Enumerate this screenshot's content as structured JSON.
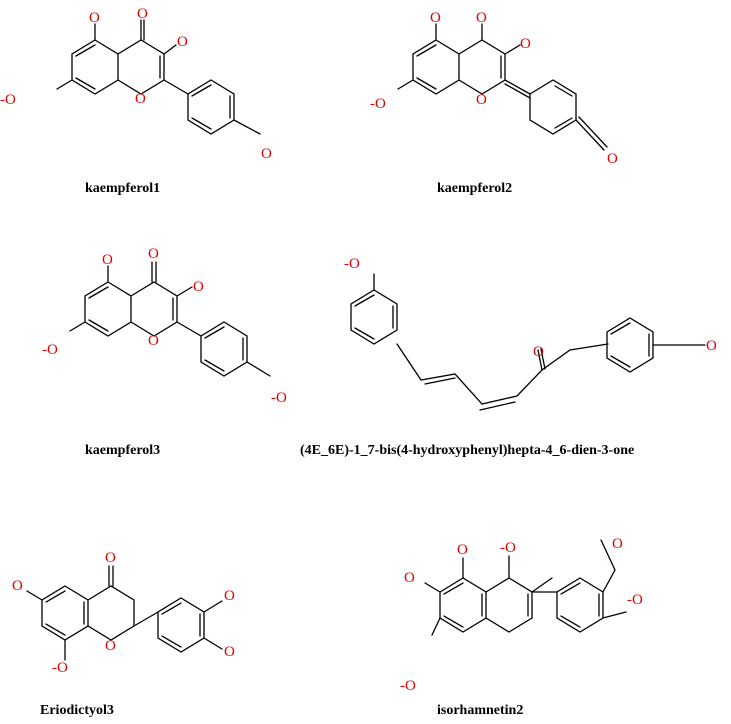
{
  "figure": {
    "structures": [
      {
        "name": "kaempferol1"
      },
      {
        "name": "kaempferol2"
      },
      {
        "name": "kaempferol3"
      },
      {
        "name": "(4E_6E)-1_7-bis(4-hydroxyphenyl)hepta-4_6-dien-3-one"
      },
      {
        "name": "Eriodictyol3"
      },
      {
        "name": "isorhamnetin2"
      }
    ],
    "atom_labels": {
      "oxygen": "O",
      "oxide": "-O"
    },
    "colors": {
      "bond": "#000000",
      "heteroatom": "#e00000",
      "caption": "#000000",
      "background": "#ffffff"
    }
  }
}
